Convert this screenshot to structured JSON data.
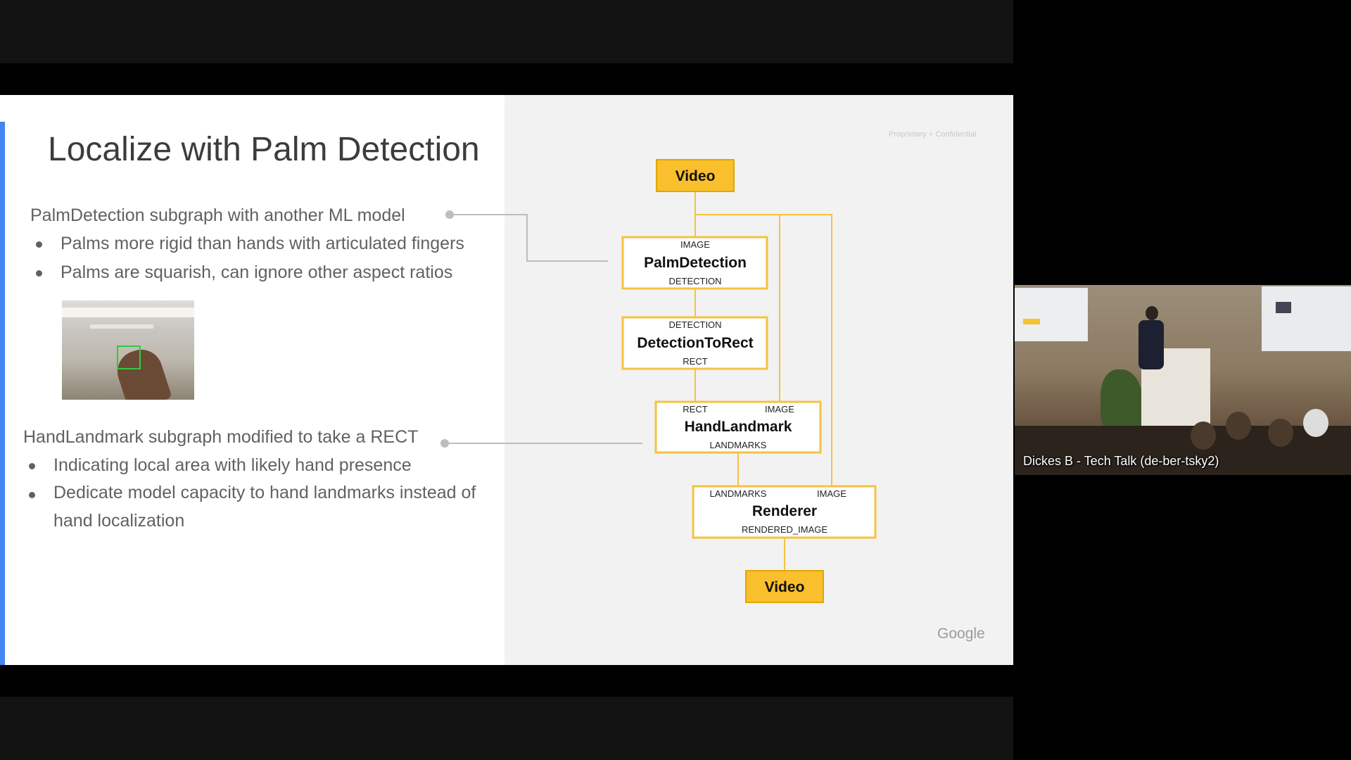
{
  "slide": {
    "title": "Localize with Palm Detection",
    "confidential_note": "Proprietary + Confidential",
    "logo_text": "Google",
    "section1": {
      "heading": "PalmDetection subgraph with another ML model",
      "bullets": [
        "Palms more rigid than hands with articulated fingers",
        "Palms are squarish, can ignore other aspect ratios"
      ]
    },
    "section2": {
      "heading": "HandLandmark subgraph modified to take a RECT",
      "bullets": [
        "Indicating local area with likely hand presence",
        "Dedicate model capacity to hand landmarks instead of hand localization"
      ]
    }
  },
  "graph": {
    "video_in": "Video",
    "video_out": "Video",
    "palm_detection": {
      "name": "PalmDetection",
      "input": "IMAGE",
      "output": "DETECTION"
    },
    "detection_to_rect": {
      "name": "DetectionToRect",
      "input": "DETECTION",
      "output": "RECT"
    },
    "hand_landmark": {
      "name": "HandLandmark",
      "input_left": "RECT",
      "input_right": "IMAGE",
      "output": "LANDMARKS"
    },
    "renderer": {
      "name": "Renderer",
      "input_left": "LANDMARKS",
      "input_right": "IMAGE",
      "output": "RENDERED_IMAGE"
    }
  },
  "camera": {
    "caption": "Dickes B - Tech Talk (de-ber-tsky2)"
  },
  "colors": {
    "video_node": "#f9bf2c",
    "node_border": "#f5c242",
    "accent_bar": "#4285f4",
    "edge": "#f5c242"
  }
}
